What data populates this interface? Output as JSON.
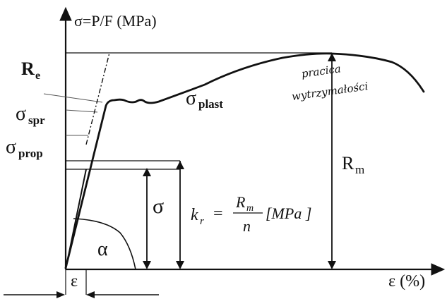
{
  "diagram": {
    "y_axis_label": "σ=P/F (MPa)",
    "x_axis_label": "ε (%)",
    "labels": {
      "re_main": "R",
      "re_sub": "e",
      "sigma_spr_main": "σ",
      "sigma_spr_sub": "spr",
      "sigma_prop_main": "σ",
      "sigma_prop_sub": "prop",
      "sigma_plast_main": "σ",
      "sigma_plast_sub": "plast",
      "rm_main": "R",
      "rm_sub": "m",
      "sigma": "σ",
      "alpha": "α",
      "epsilon": "ε"
    },
    "formula": {
      "lhs_main": "k",
      "lhs_sub": "r",
      "equals": "=",
      "numerator_main": "R",
      "numerator_sub": "m",
      "denominator": "n",
      "unit": "[MPa ]"
    },
    "handwritten": {
      "line1": "pracica",
      "line2": "wytrzymałości"
    },
    "colors": {
      "ink": "#111111",
      "paper": "#ffffff"
    }
  }
}
